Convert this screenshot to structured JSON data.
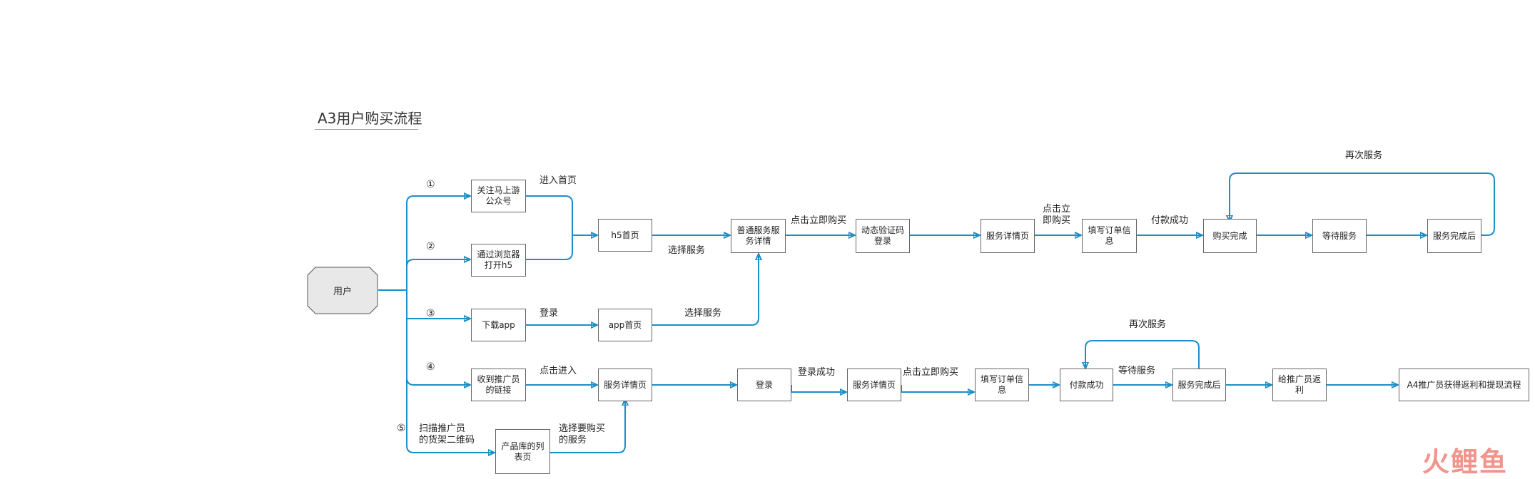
{
  "title": "A3用户购买流程",
  "user": "用户",
  "branch_numbers": [
    "①",
    "②",
    "③",
    "④",
    "⑤"
  ],
  "nodes": {
    "follow_account": "关注马上游\n公众号",
    "open_browser": "通过浏览器\n打开h5",
    "download_app": "下载app",
    "promoter_link": "收到推广员\n的链接",
    "product_list": "产品库的列\n表页",
    "h5_home": "h5首页",
    "app_home": "app首页",
    "normal_service_detail": "普通服务服\n务详情",
    "sms_login": "动态验证码\n登录",
    "service_detail_top": "服务详情页",
    "fill_order_top": "填写订单信\n息",
    "purchase_complete": "购买完成",
    "wait_service_top": "等待服务",
    "service_done_top": "服务完成后",
    "service_detail_mid": "服务详情页",
    "login": "登录",
    "service_detail_low": "服务详情页",
    "fill_order_low": "填写订单信\n息",
    "pay_success": "付款成功",
    "service_done_low": "服务完成后",
    "rebate_promoter": "给推广员返\n利",
    "a4_flow": "A4推广员获得返利和提现流程"
  },
  "edge_labels": {
    "enter_home": "进入首页",
    "choose_service_h5": "选择服务",
    "login_app": "登录",
    "choose_service_app": "选择服务",
    "buy_now_top": "点击立即购买",
    "buy_now_stacked": "点击立\n即购买",
    "pay_success_top": "付款成功",
    "again_top": "再次服务",
    "click_enter": "点击进入",
    "login_success": "登录成功",
    "buy_now_low": "点击立即购买",
    "wait_service_low": "等待服务",
    "again_low": "再次服务",
    "scan_qr": "扫描推广员\n的货架二维码",
    "choose_buy_service": "选择要购买\n的服务"
  },
  "colors": {
    "connector": "#1b8fc7",
    "node_border": "#666666",
    "user_fill": "#e8e8e8",
    "logo": "#e84e40"
  },
  "logo_text": "火鲤鱼"
}
